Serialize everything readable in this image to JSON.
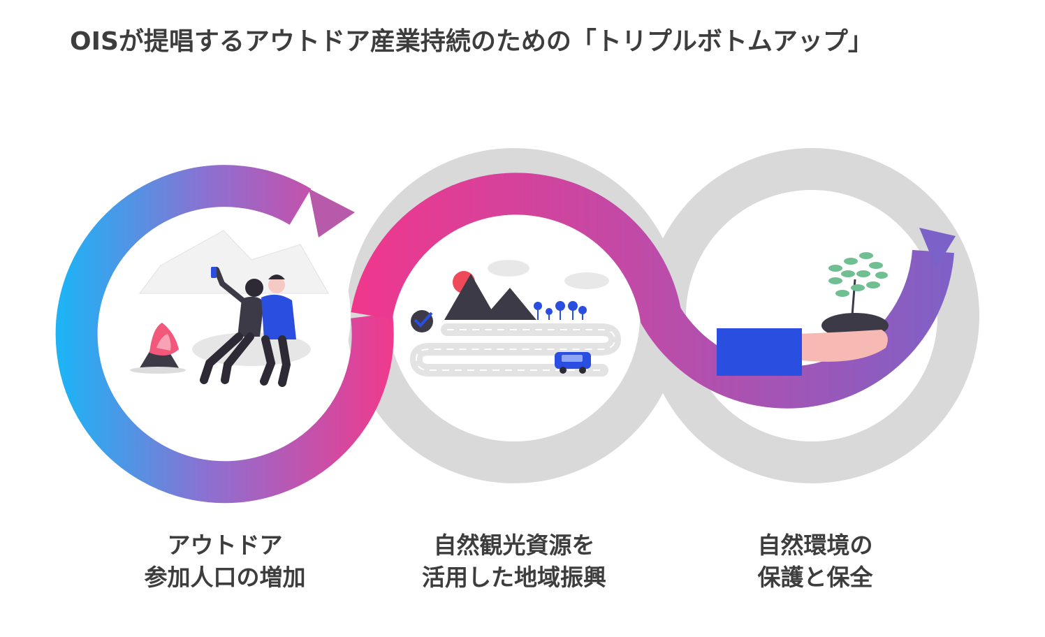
{
  "title": "OISが提唱するアウトドア産業持続のための「トリプルボトムアップ」",
  "pillars": [
    {
      "icon": "people-camping-illustration",
      "line1": "アウトドア",
      "line2": "参加人口の増加"
    },
    {
      "icon": "mountain-road-car-illustration",
      "line1": "自然観光資源を",
      "line2": "活用した地域振興"
    },
    {
      "icon": "hand-holding-plant-illustration",
      "line1": "自然環境の",
      "line2": "保護と保全"
    }
  ],
  "colors": {
    "gradient_start": "#1fb2f5",
    "gradient_mid": "#ef3a8d",
    "gradient_end": "#7b62c8",
    "track_gray": "#d8d8d8",
    "text": "#3d3d3d"
  }
}
